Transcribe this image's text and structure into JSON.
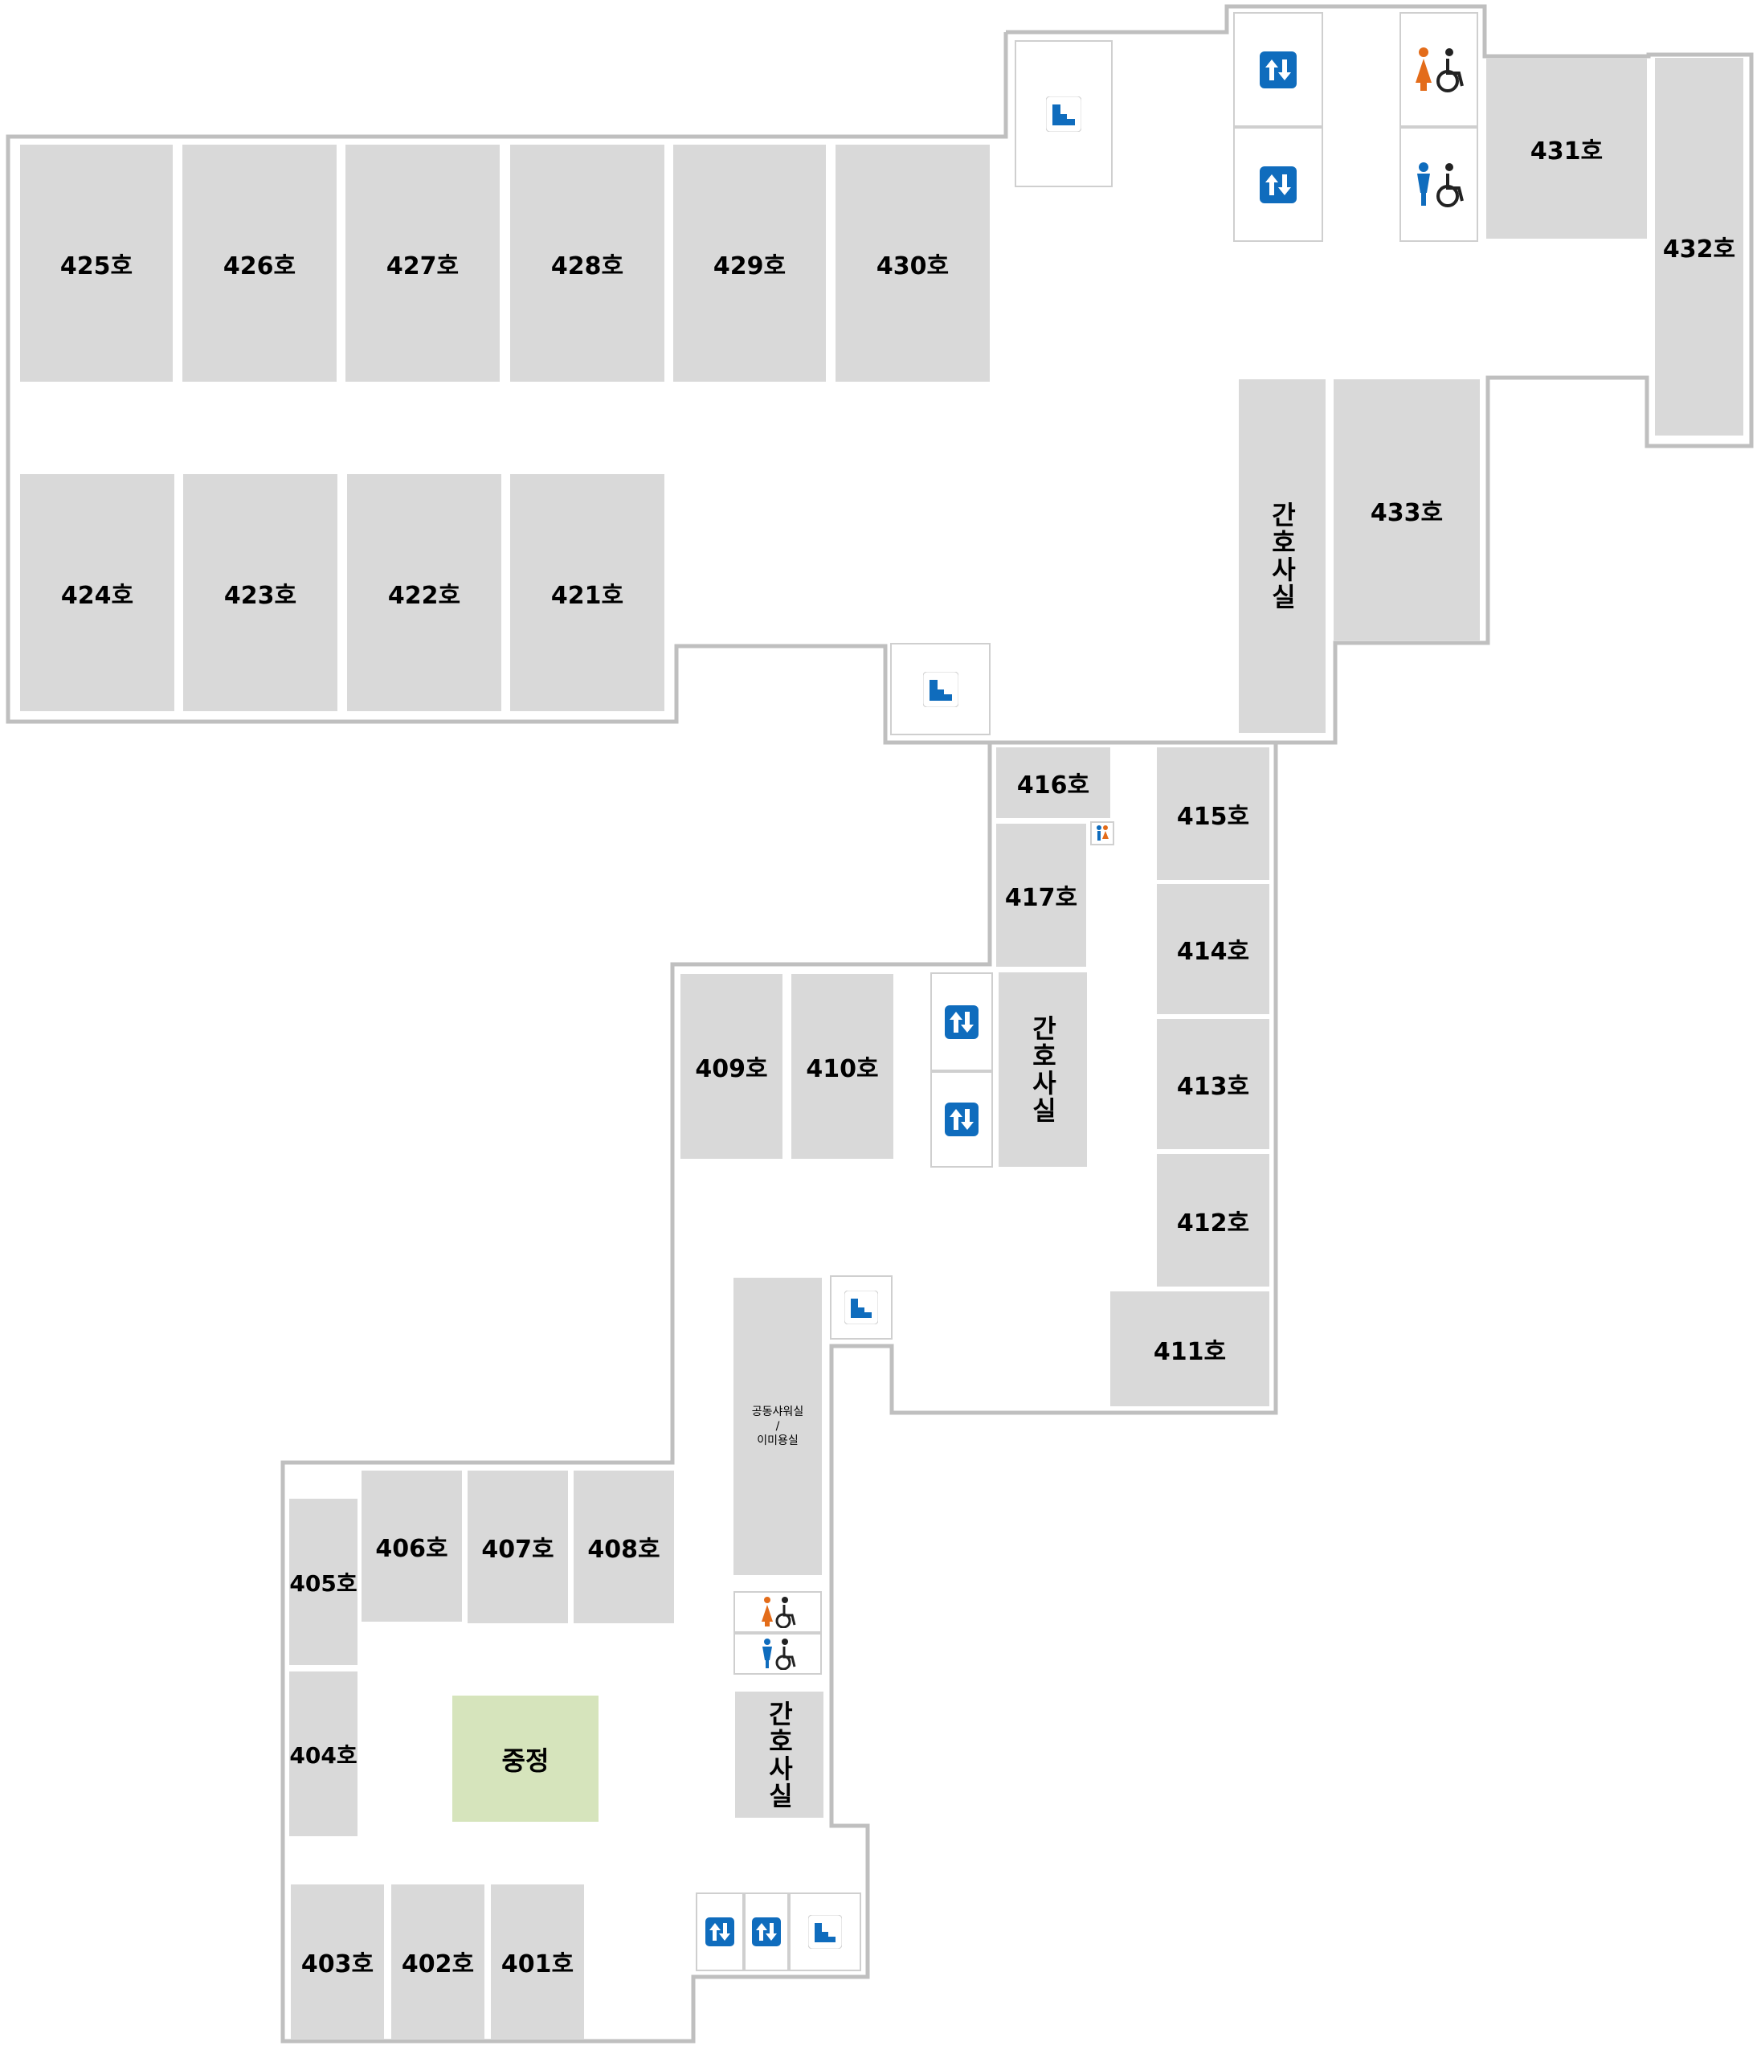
{
  "floor": {
    "rooms": {
      "r401": "401호",
      "r402": "402호",
      "r403": "403호",
      "r404": "404호",
      "r405": "405호",
      "r406": "406호",
      "r407": "407호",
      "r408": "408호",
      "r409": "409호",
      "r410": "410호",
      "r411": "411호",
      "r412": "412호",
      "r413": "413호",
      "r414": "414호",
      "r415": "415호",
      "r416": "416호",
      "r417": "417호",
      "r421": "421호",
      "r422": "422호",
      "r423": "423호",
      "r424": "424호",
      "r425": "425호",
      "r426": "426호",
      "r427": "427호",
      "r428": "428호",
      "r429": "429호",
      "r430": "430호",
      "r431": "431호",
      "r432": "432호",
      "r433": "433호"
    },
    "nurse_station": "간호사실",
    "shower_room": "공동샤워실\n/\n이미용실",
    "courtyard": "중정",
    "icons": {
      "stairs": "stairs-icon",
      "elevator": "elevator-icon",
      "restroom_female_accessible": "female-accessible-restroom-icon",
      "restroom_male_accessible": "male-accessible-restroom-icon",
      "restroom_unisex": "restroom-icon"
    },
    "colors": {
      "room_fill": "#d9d9d9",
      "courtyard_fill": "#d6e4bc",
      "outline": "#bfbfbf",
      "icon_blue": "#0f6cbd",
      "female_orange": "#e36c1a"
    }
  }
}
